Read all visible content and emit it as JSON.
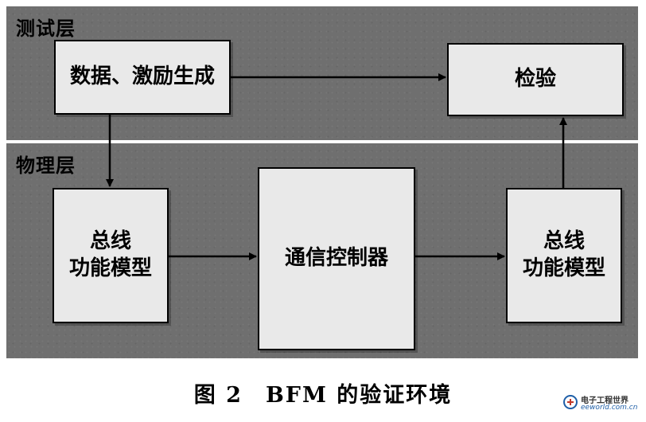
{
  "layers": {
    "test_label": "测试层",
    "physical_label": "物理层"
  },
  "boxes": {
    "data_gen": "数据、激励生成",
    "check": "检验",
    "bfm_left_line1": "总线",
    "bfm_left_line2": "功能模型",
    "comm_controller": "通信控制器",
    "bfm_right_line1": "总线",
    "bfm_right_line2": "功能模型"
  },
  "caption": "图 2　BFM 的验证环境",
  "watermark": {
    "main": "电子工程世界",
    "sub": "eeworld.com.cn"
  },
  "colors": {
    "layer_bg": "#6f6f6f",
    "box_bg": "#e9e9e9",
    "stroke": "#000000"
  }
}
